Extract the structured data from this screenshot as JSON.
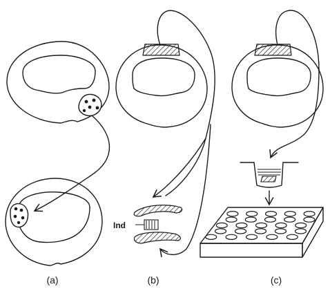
{
  "panels": [
    {
      "label": "(a)"
    },
    {
      "label": "(b)",
      "inset_label": "Ind"
    },
    {
      "label": "(c)"
    }
  ],
  "colors": {
    "ink": "#1a1a1a",
    "paper": "#ffffff"
  }
}
